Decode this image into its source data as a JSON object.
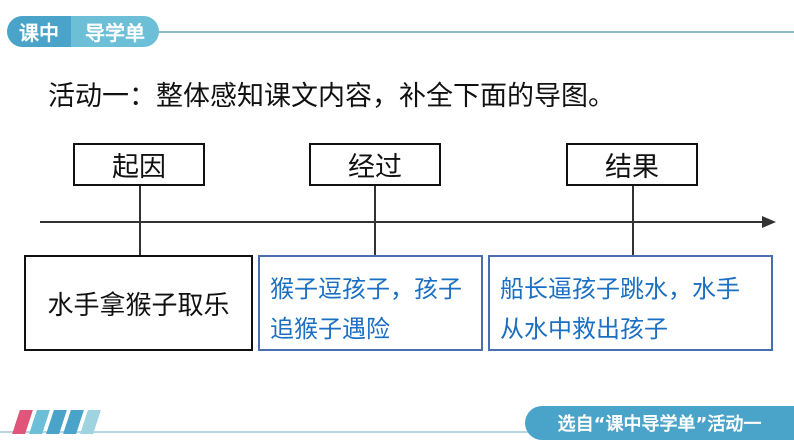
{
  "header": {
    "badge_left": "课中",
    "badge_right": "导学单"
  },
  "instruction": "活动一：整体感知课文内容，补全下面的导图。",
  "stages": [
    {
      "label": "起因",
      "content": "水手拿猴子取乐"
    },
    {
      "label": "经过",
      "content": "猴子逗孩子，孩子追猴子遇险"
    },
    {
      "label": "结果",
      "content": "船长逼孩子跳水，水手从水中救出孩子"
    }
  ],
  "footer": {
    "source": "选自“课中导学单”活动一"
  },
  "colors": {
    "badge_dark": "#4aa3c9",
    "badge_light": "#6cbfd6",
    "answer_text": "#1a6fc2",
    "stripes": [
      "#e0567a",
      "#6cbfd6",
      "#4aa3c9",
      "#4aa3c9",
      "#9fd3e0"
    ]
  }
}
